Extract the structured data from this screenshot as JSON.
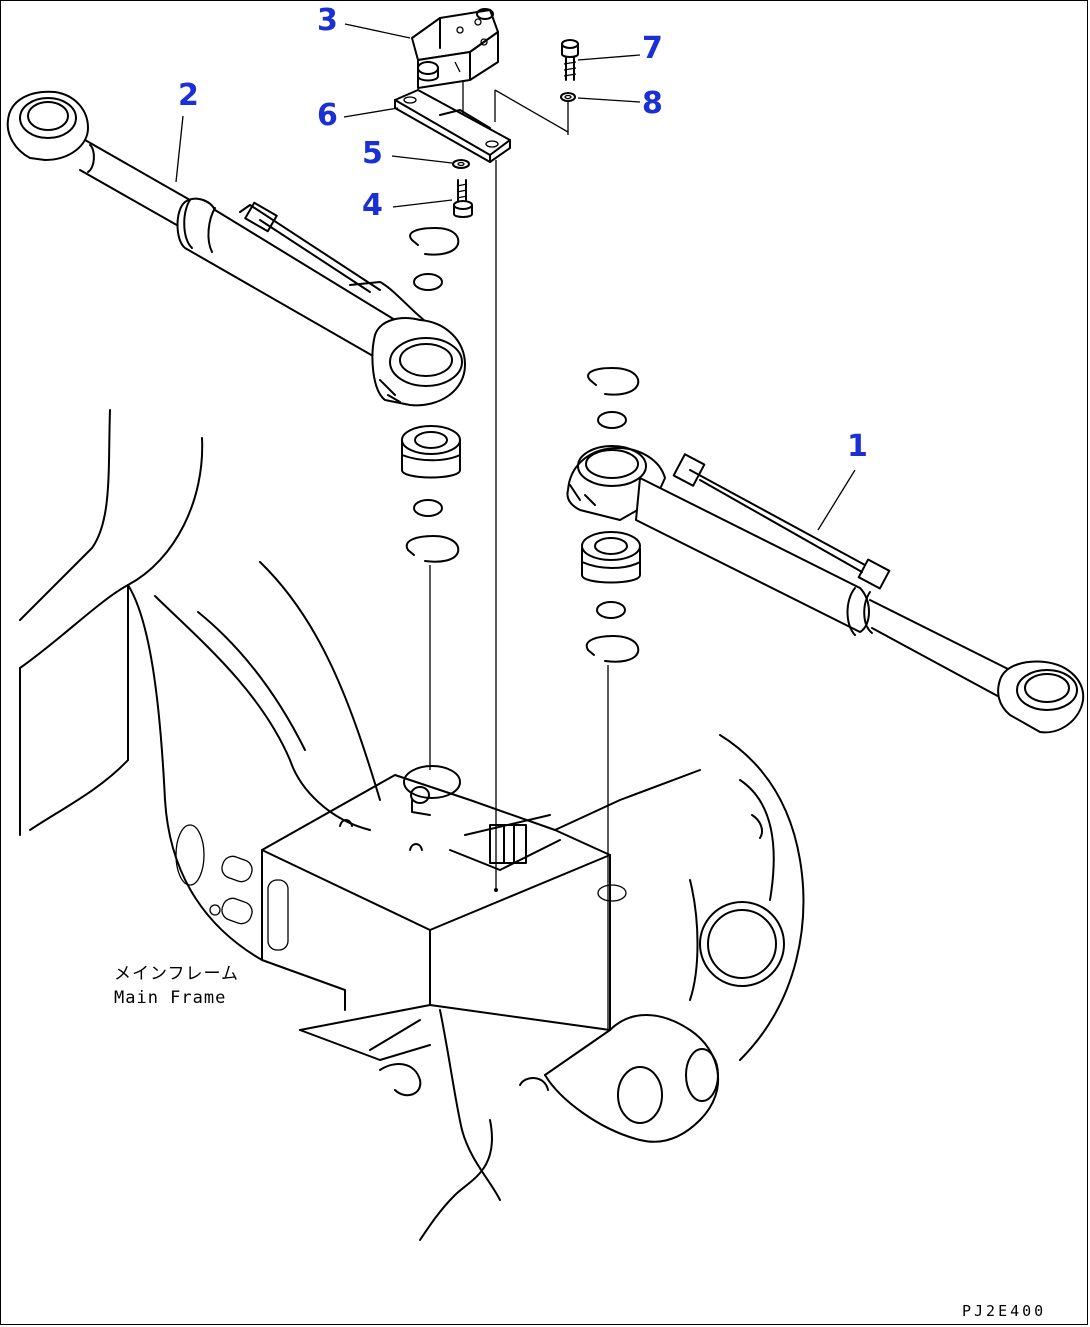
{
  "diagram": {
    "callouts": [
      {
        "id": "1",
        "label": "1"
      },
      {
        "id": "2",
        "label": "2"
      },
      {
        "id": "3",
        "label": "3"
      },
      {
        "id": "4",
        "label": "4"
      },
      {
        "id": "5",
        "label": "5"
      },
      {
        "id": "6",
        "label": "6"
      },
      {
        "id": "7",
        "label": "7"
      },
      {
        "id": "8",
        "label": "8"
      }
    ],
    "frame_label_jp": "メインフレーム",
    "frame_label_en": "Main Frame",
    "drawing_code": "PJ2E400",
    "colors": {
      "callout": "#1a2fd6",
      "ink": "#000000",
      "background": "#ffffff"
    }
  }
}
